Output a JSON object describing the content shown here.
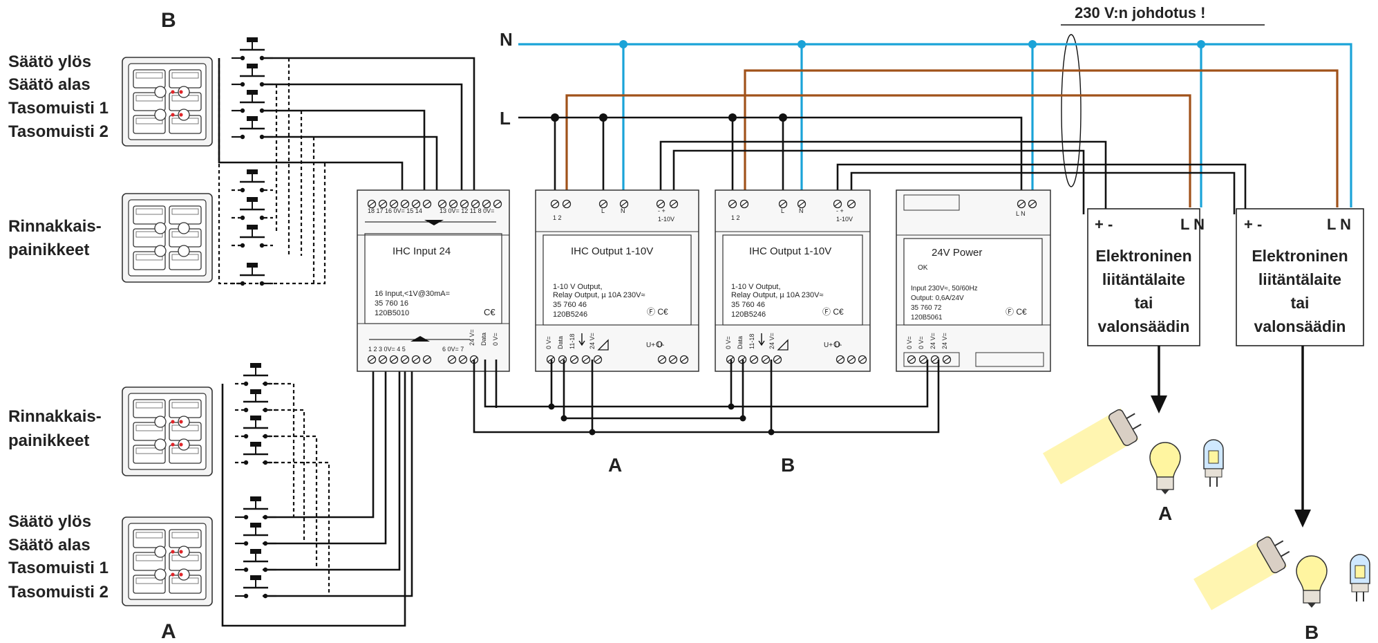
{
  "header": {
    "warning": "230 V:n johdotus !"
  },
  "mains": {
    "neutral": "N",
    "line": "L"
  },
  "groups": {
    "top": "B",
    "bottom": "A",
    "output_a": "A",
    "output_b": "B",
    "lamp_a": "A",
    "lamp_b": "B"
  },
  "panels": {
    "top": [
      "Säätö ylös",
      "Säätö alas",
      "Tasomuisti 1",
      "Tasomuisti 2"
    ],
    "parallel_top": [
      "Rinnakkais-",
      "painikkeet"
    ],
    "parallel_bottom": [
      "Rinnakkais-",
      "painikkeet"
    ],
    "bottom": [
      "Säätö ylös",
      "Säätö alas",
      "Tasomuisti 1",
      "Tasomuisti 2"
    ]
  },
  "modules": {
    "input": {
      "name": "IHC Input 24",
      "spec": "16 Input,<1V@30mA=",
      "number": "35 760 16",
      "code": "120B5010",
      "top_terminals": "18  17  16  0V= 15  14",
      "top_terminals2": "13  0V= 12  11   8   0V=",
      "bottom_terminals": "1   2   3  0V=  4   5",
      "bottom_terminals2": "6  0V=  7",
      "side_a": "24 V=",
      "side_b": "Data",
      "side_c": "0 V="
    },
    "out1": {
      "name": "IHC Output 1-10V",
      "spec1": "1-10 V Output,",
      "spec2": "Relay Output, µ 10A 230V≈",
      "number": "35 760 46",
      "code": "120B5246",
      "t12": "1  2",
      "tL": "L",
      "tN": "N",
      "tpm": "-  +",
      "tv": "1-10V",
      "b0": "0 V=",
      "bdata": "Data",
      "b1118": "11-18",
      "b24": "24 V=",
      "uu": "U+  U-"
    },
    "out2": {
      "name": "IHC Output 1-10V",
      "spec1": "1-10 V Output,",
      "spec2": "Relay Output, µ 10A 230V≈",
      "number": "35 760 46",
      "code": "120B5246",
      "t12": "1  2",
      "tL": "L",
      "tN": "N",
      "tpm": "-  +",
      "tv": "1-10V",
      "b0": "0 V=",
      "bdata": "Data",
      "b1118": "11-18",
      "b24": "24 V=",
      "uu": "U+  U-"
    },
    "power": {
      "name": "24V Power",
      "ok": "OK",
      "input": "Input 230V≈, 50/60Hz",
      "output": "Output: 0,6A/24V",
      "number": "35 760 72",
      "code": "120B5061",
      "tLN": "L  N",
      "b0a": "0 V=",
      "b0b": "0 V=",
      "b24a": "24 V=",
      "b24b": "24 V="
    }
  },
  "ballasts": {
    "a": {
      "pm": "+ -",
      "ln": "L N",
      "text": [
        "Elektroninen",
        "liitäntälaite",
        "tai",
        "valonsäädin"
      ]
    },
    "b": {
      "pm": "+ -",
      "ln": "L N",
      "text": [
        "Elektroninen",
        "liitäntälaite",
        "tai",
        "valonsäädin"
      ]
    }
  },
  "colors": {
    "neutral": "#1aa3d8",
    "line": "#111111",
    "switched": "#a0521a",
    "led": "#e0262a"
  }
}
